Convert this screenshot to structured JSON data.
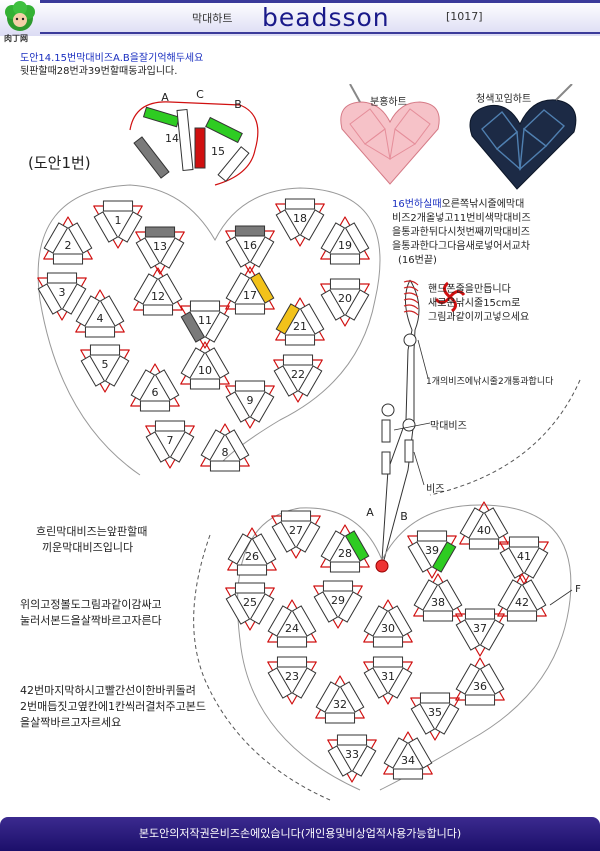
{
  "header": {
    "logo_text": "肉丁网",
    "subtitle": "막대하트",
    "brand": "beadsson",
    "code": "[1017]"
  },
  "intro": {
    "line1": "도안14.15번막대비즈A.B을잘기억해두세요",
    "line2": "뒷판할때28번과39번할때동과입니다."
  },
  "diagram1_label": "(도안1번)",
  "top_detail": {
    "labels": [
      "A",
      "C",
      "B"
    ],
    "numbers": [
      "14",
      "15"
    ]
  },
  "photos": {
    "left_caption": "분홍하트",
    "right_caption": "청색꼬임하트"
  },
  "step_note": {
    "highlight": "16번하실때",
    "rest": "오른쪽낚시줄에막대",
    "lines": [
      "비즈2개올넣고11번비색막대비즈",
      "을통과한뒤다시첫번째끼막대비즈",
      "을통과한다그다음새로넣어서교차",
      "(16번끝)"
    ]
  },
  "twist_note": {
    "lines": [
      "핸드폰줄을만듭니다",
      "새로운낚시줄15cm로",
      "그림과같이끼고넣으세요"
    ]
  },
  "twist_labels": {
    "pass": "1개의비즈에낚시줄2개통과합니다",
    "bugle": "막대비즈",
    "bead": "비즈"
  },
  "left_notes": {
    "n1": [
      "흐린막대비즈는앞판할때",
      "끼운막대비즈입니다"
    ],
    "n2": [
      "위의고정볼도그림과같이감싸고",
      "눌러서본드을살짝바르고자른다"
    ],
    "n3": [
      "42번마지막하시고빨간선이한바퀴돌려",
      "2번매듭짓고옆칸에1칸씩러결처주고본드",
      "을살짝바르고자르세요"
    ]
  },
  "heart1_numbers": [
    "1",
    "2",
    "3",
    "4",
    "5",
    "6",
    "7",
    "8",
    "9",
    "10",
    "11",
    "12",
    "13",
    "16",
    "17",
    "18",
    "19",
    "20",
    "21",
    "22"
  ],
  "heart2_numbers": [
    "23",
    "24",
    "25",
    "26",
    "27",
    "28",
    "29",
    "30",
    "31",
    "32",
    "33",
    "34",
    "35",
    "36",
    "37",
    "38",
    "39",
    "40",
    "41",
    "42"
  ],
  "heart2_labels": {
    "a": "A",
    "b": "B",
    "f": "F"
  },
  "footer": "본도안의저작권은비즈손에있습니다(개인용및비상업적사용가능합니다)",
  "colors": {
    "thread": "#d01010",
    "green": "#2ecc22",
    "gray": "#7a7a7a",
    "yellow": "#f2c21a",
    "footer": "#2a1a7a",
    "brand": "#1a1a8a"
  }
}
